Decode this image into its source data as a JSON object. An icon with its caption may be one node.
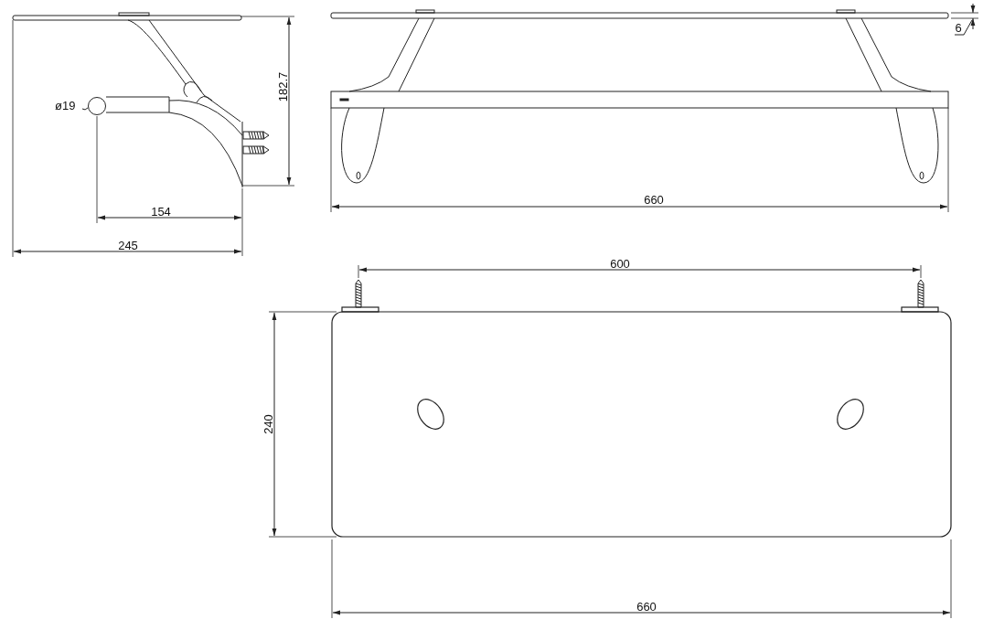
{
  "diagram": {
    "nodes": [
      {
        "text": [
          "ø19"
        ]
      },
      {
        "text": [],
        "shape": "circle"
      }
    ],
    "edges": [
      {
        "from": 0,
        "to": 1,
        "arrow": "none"
      }
    ],
    "labels": [
      "182.7",
      "6",
      "154",
      "245",
      "660",
      "600",
      "240",
      "660"
    ]
  }
}
